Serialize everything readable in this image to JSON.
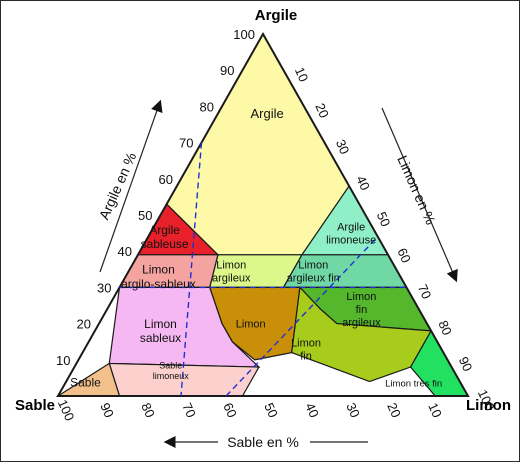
{
  "vertices": {
    "top": "Argile",
    "left": "Sable",
    "right": "Limon"
  },
  "axes": {
    "argile": {
      "name": "Argile en %",
      "ticks": [
        "10",
        "20",
        "30",
        "40",
        "50",
        "60",
        "70",
        "80",
        "90",
        "100"
      ]
    },
    "limon": {
      "name": "Limon en %",
      "ticks": [
        "10",
        "20",
        "30",
        "40",
        "50",
        "60",
        "70",
        "80",
        "90",
        "100"
      ]
    },
    "sable": {
      "name": "Sable en %",
      "ticks": [
        "100",
        "90",
        "80",
        "70",
        "60",
        "50",
        "40",
        "30",
        "20",
        "10"
      ]
    }
  },
  "zones": [
    {
      "id": "argile",
      "lines": [
        "Argile"
      ],
      "color": "#fdf9a6"
    },
    {
      "id": "argile-sableuse",
      "lines": [
        "Argile",
        "sableuse"
      ],
      "color": "#e8202a"
    },
    {
      "id": "argile-limoneuse",
      "lines": [
        "Argile",
        "limoneuse"
      ],
      "color": "#8ff0c8"
    },
    {
      "id": "limon-argileux",
      "lines": [
        "Limon",
        "argileux"
      ],
      "color": "#dcf78a"
    },
    {
      "id": "limon-argileux-fin",
      "lines": [
        "Limon",
        "argileux fin"
      ],
      "color": "#6fd8a4"
    },
    {
      "id": "limon-argilo-sableux",
      "lines": [
        "Limon",
        "argilo-sableux"
      ],
      "color": "#f4a3a0"
    },
    {
      "id": "limon",
      "lines": [
        "Limon"
      ],
      "color": "#c98f08"
    },
    {
      "id": "limon-fin-argileux",
      "lines": [
        "Limon",
        "fin",
        "argileux"
      ],
      "color": "#55b82c"
    },
    {
      "id": "limon-sableux",
      "lines": [
        "Limon",
        "sableux"
      ],
      "color": "#f6b8f2"
    },
    {
      "id": "limon-fin",
      "lines": [
        "Limon",
        "fin"
      ],
      "color": "#a8cc1c"
    },
    {
      "id": "sable-limoneux",
      "lines": [
        "Sable",
        "limoneux"
      ],
      "color": "#fcd0cc"
    },
    {
      "id": "sable",
      "lines": [
        "Sable"
      ],
      "color": "#f2c08a"
    },
    {
      "id": "limon-tres-fin",
      "lines": [
        "Limon très fin"
      ],
      "color": "#22e060"
    }
  ]
}
